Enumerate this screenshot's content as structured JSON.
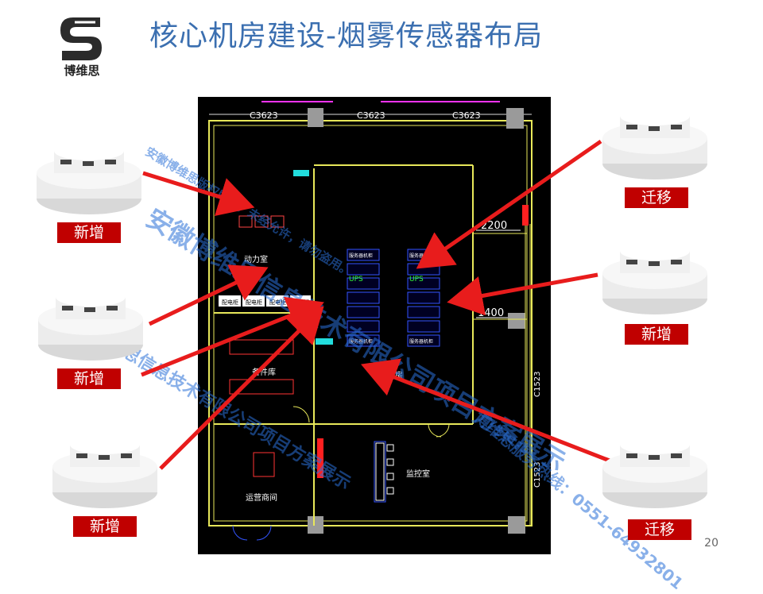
{
  "title": "核心机房建设-烟雾传感器布局",
  "logo_text": "博维思",
  "page_number": "20",
  "labels": {
    "new": "新增",
    "migrate": "迁移"
  },
  "floorplan": {
    "dim_top": [
      "C3623",
      "C3623",
      "C3623"
    ],
    "dim_right_1": "2200",
    "dim_right_2": "1400",
    "dim_side_1": "C1523",
    "dim_side_2": "C1523",
    "room_power": "动力室",
    "room_main": "主机房",
    "room_storage": "备件库",
    "room_monitor": "监控室",
    "room_ops": "运营商间",
    "ups_label": "UPS",
    "rack_label": "服务器机柜",
    "power_cab": "配电柜"
  },
  "watermark": {
    "line1": "安徽博维思信息技术有限公司项目方案展示",
    "line2": "安徽博维思版权所有，未经允许，请勿盗用。",
    "line3": "博维思服务热线：0551-64932801"
  },
  "colors": {
    "title": "#3b6fb0",
    "tag": "#c00000",
    "arrow": "#e81c1c",
    "watermark": "#2a70d8"
  }
}
